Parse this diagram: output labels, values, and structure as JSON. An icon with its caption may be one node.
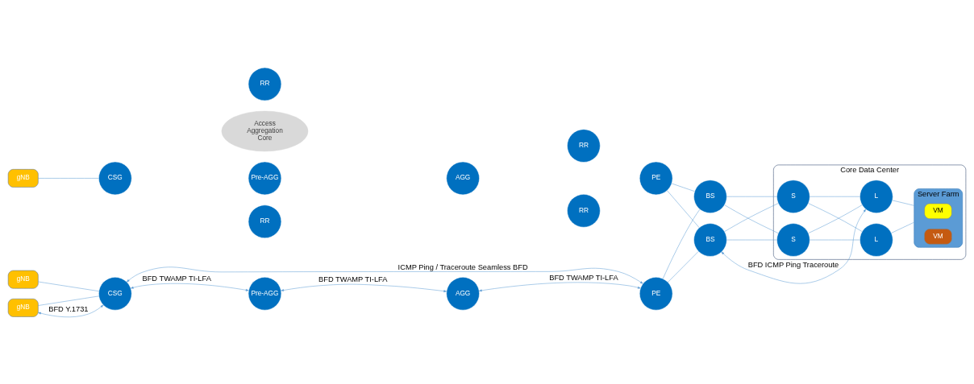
{
  "diagram": {
    "nodes": [
      {
        "text": [
          "gNB"
        ]
      },
      {
        "text": [
          "gNB"
        ]
      },
      {
        "text": [
          "gNB"
        ]
      },
      {
        "text": [
          "CSG"
        ]
      },
      {
        "text": [
          "CSG"
        ]
      },
      {
        "text": [
          "Access",
          "Aggregation",
          "Core"
        ]
      },
      {
        "text": [
          "Pre-AGG"
        ]
      },
      {
        "text": [
          "Pre-AGG"
        ]
      },
      {
        "text": [
          "RR"
        ]
      },
      {
        "text": [
          "RR"
        ]
      },
      {
        "text": [
          "AGG"
        ]
      },
      {
        "text": [
          "AGG"
        ]
      },
      {
        "text": [
          "RR"
        ]
      },
      {
        "text": [
          "RR"
        ]
      },
      {
        "text": [
          "PE"
        ]
      },
      {
        "text": [
          "PE"
        ]
      },
      {
        "text": [
          "Core Data Center"
        ]
      },
      {
        "text": [
          "BS"
        ]
      },
      {
        "text": [
          "BS"
        ]
      },
      {
        "text": [
          "S"
        ],
        "in": 16
      },
      {
        "text": [
          "S"
        ],
        "in": 16
      },
      {
        "text": [
          "L"
        ],
        "in": 16
      },
      {
        "text": [
          "L"
        ],
        "in": 16
      },
      {
        "text": [
          "Server Farm"
        ],
        "in": 16
      },
      {
        "text": [
          "VM"
        ],
        "in": 23
      },
      {
        "text": [
          "VM"
        ],
        "in": 23
      }
    ],
    "edges": [
      {
        "from": 0,
        "to": 3,
        "arrow": "none"
      },
      {
        "from": 1,
        "to": 4,
        "arrow": "none"
      },
      {
        "from": 2,
        "to": 4,
        "arrow": "none"
      },
      {
        "from": 14,
        "to": 17,
        "arrow": "none"
      },
      {
        "from": 14,
        "to": 18,
        "arrow": "none"
      },
      {
        "from": 15,
        "to": 17,
        "arrow": "none"
      },
      {
        "from": 15,
        "to": 18,
        "arrow": "none"
      },
      {
        "from": 17,
        "to": 19,
        "arrow": "none"
      },
      {
        "from": 17,
        "to": 20,
        "arrow": "none"
      },
      {
        "from": 18,
        "to": 19,
        "arrow": "none"
      },
      {
        "from": 18,
        "to": 20,
        "arrow": "none"
      },
      {
        "from": 19,
        "to": 21,
        "arrow": "none"
      },
      {
        "from": 19,
        "to": 22,
        "arrow": "none"
      },
      {
        "from": 20,
        "to": 21,
        "arrow": "none"
      },
      {
        "from": 20,
        "to": 22,
        "arrow": "none"
      },
      {
        "from": 21,
        "to": 23,
        "arrow": "none"
      },
      {
        "from": 22,
        "to": 23,
        "arrow": "none"
      },
      {
        "from": 2,
        "to": 4,
        "arrow": "both",
        "label": "BFD Y.1731"
      },
      {
        "from": 4,
        "to": 7,
        "arrow": "both",
        "label": "BFD TWAMP TI-LFA"
      },
      {
        "from": 7,
        "to": 11,
        "arrow": "both",
        "label": "BFD TWAMP TI-LFA"
      },
      {
        "from": 11,
        "to": 15,
        "arrow": "both",
        "label": "BFD TWAMP TI-LFA"
      },
      {
        "from": 4,
        "to": 15,
        "arrow": "both",
        "label": "ICMP Ping / Traceroute Seamless BFD"
      },
      {
        "from": 18,
        "to": 22,
        "arrow": "both",
        "label": "BFD ICMP Ping Traceroute"
      }
    ]
  }
}
